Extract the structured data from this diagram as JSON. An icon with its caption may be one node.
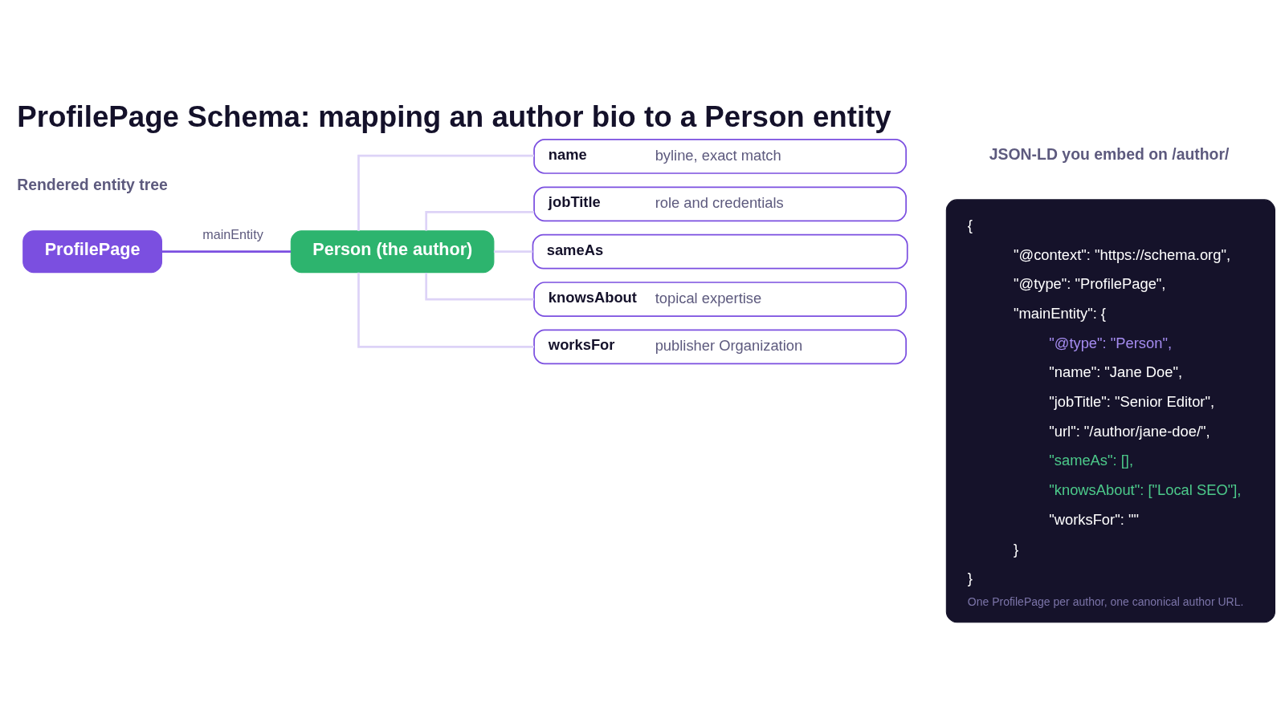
{
  "diagram": {
    "title": "ProfilePage Schema: mapping an author bio to a Person entity",
    "nodes": [
      {
        "text": [
          "ProfilePage"
        ]
      },
      {
        "text": [
          "Person (the author)"
        ]
      },
      {
        "text": [
          "name",
          "byline, exact match"
        ]
      },
      {
        "text": [
          "jobTitle",
          "role and credentials"
        ]
      },
      {
        "text": [
          "sameAs"
        ]
      },
      {
        "text": [
          "knowsAbout",
          "topical expertise"
        ]
      },
      {
        "text": [
          "worksFor",
          "publisher Organization"
        ]
      },
      {
        "text": [
          "{",
          "\"@context\": \"https://schema.org\",",
          "\"@type\": \"ProfilePage\",",
          "\"mainEntity\": {",
          "\"@type\": \"Person\",",
          "\"name\": \"Jane Doe\",",
          "\"jobTitle\": \"Senior Editor\",",
          "\"url\": \"/author/jane-doe/\",",
          "\"sameAs\": [],",
          "\"knowsAbout\": [\"Local SEO\"],",
          "\"worksFor\": \"\"",
          "}",
          "}",
          "One ProfilePage per author, one canonical author URL."
        ]
      }
    ],
    "edges": [
      {
        "from": 0,
        "to": 1,
        "arrow": "none",
        "label": "mainEntity",
        "color": "#7b4fe0"
      },
      {
        "from": 1,
        "to": 2,
        "arrow": "none"
      },
      {
        "from": 1,
        "to": 3,
        "arrow": "none"
      },
      {
        "from": 1,
        "to": 4,
        "arrow": "none"
      },
      {
        "from": 1,
        "to": 5,
        "arrow": "none"
      },
      {
        "from": 1,
        "to": 6,
        "arrow": "none"
      }
    ],
    "labels": [
      "Rendered entity tree",
      "JSON-LD you embed on /author/"
    ]
  }
}
